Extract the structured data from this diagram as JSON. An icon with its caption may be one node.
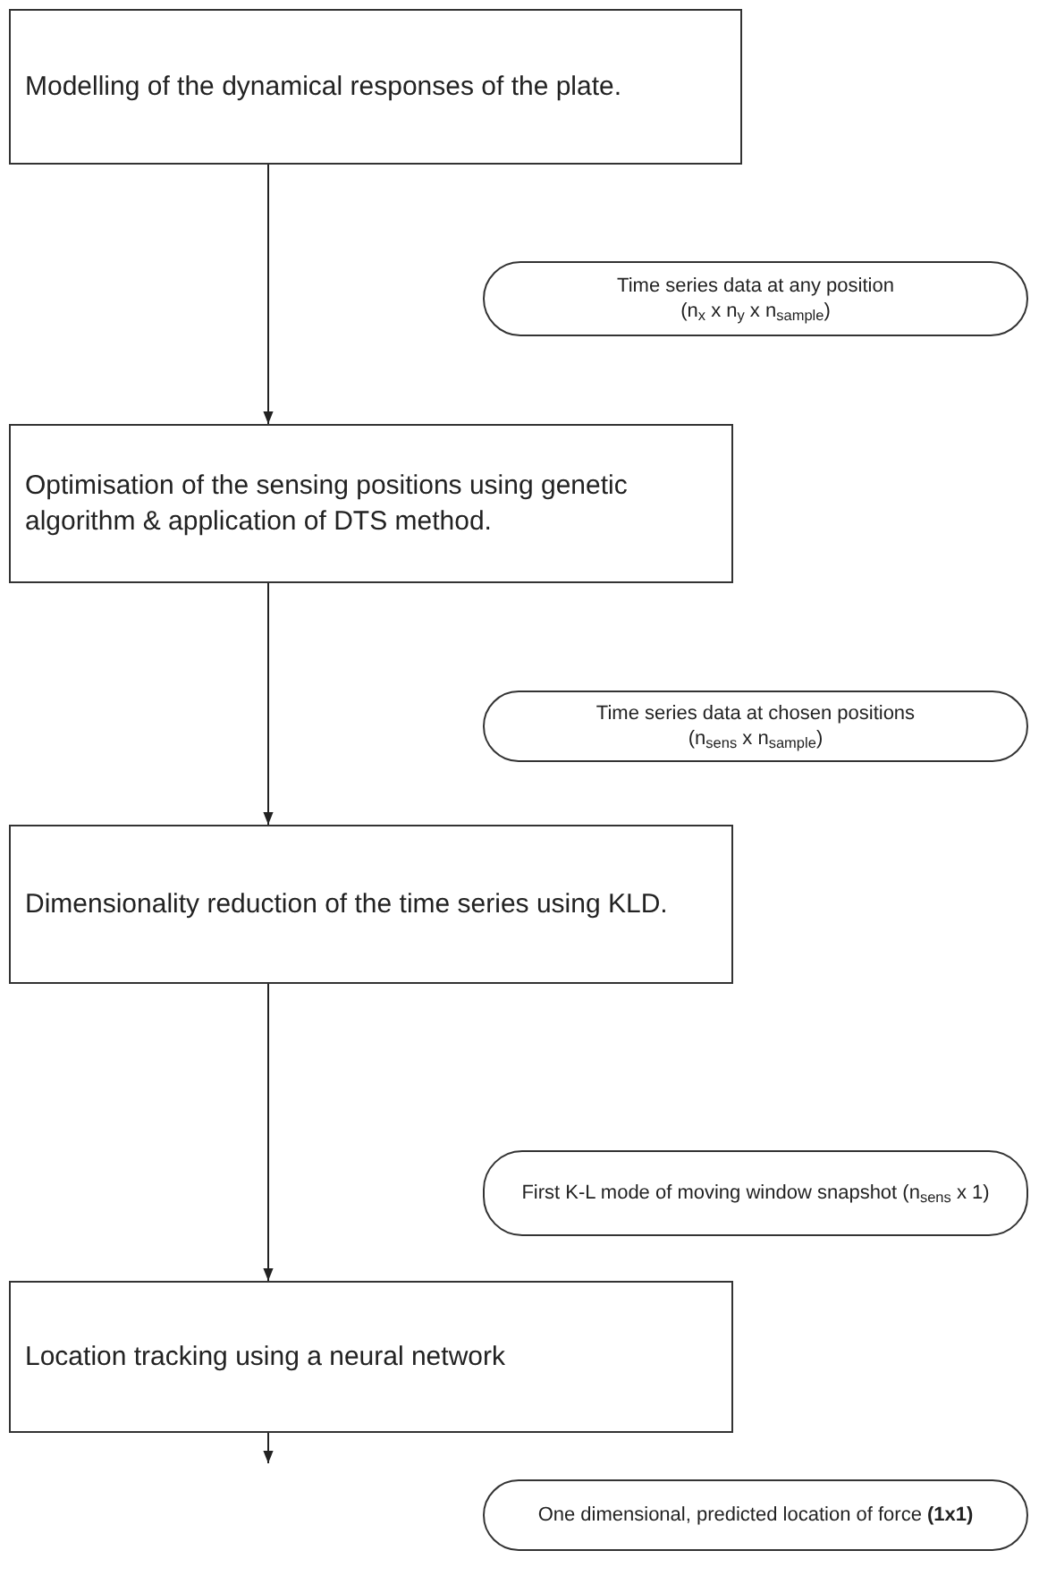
{
  "diagram": {
    "nodes": [
      {
        "text": [
          "Modelling of the dynamical responses of the plate."
        ]
      },
      {
        "text": [
          "Time series data at any position",
          "(n$_{x}$ x n$_{y}$ x n$_{sample}$)"
        ]
      },
      {
        "text": [
          "Optimisation of the sensing positions using genetic algorithm & application of DTS method."
        ]
      },
      {
        "text": [
          "Time series data at chosen positions",
          "(n$_{sens}$ x n$_{sample}$)"
        ]
      },
      {
        "text": [
          "Dimensionality reduction of the time series using KLD."
        ]
      },
      {
        "text": [
          "First K-L mode of moving window snapshot (n$_{sens}$ x 1)"
        ]
      },
      {
        "text": [
          "Location tracking using a neural network"
        ]
      },
      {
        "text": [
          "One dimensional, predicted location of force **(1x1)**"
        ]
      }
    ],
    "edges": [
      {
        "from": 0,
        "to": 2,
        "arrow": "to"
      },
      {
        "from": 2,
        "to": 4,
        "arrow": "to"
      },
      {
        "from": 4,
        "to": 6,
        "arrow": "to"
      },
      {
        "from": 6,
        "to": null,
        "arrow": "to"
      }
    ]
  }
}
